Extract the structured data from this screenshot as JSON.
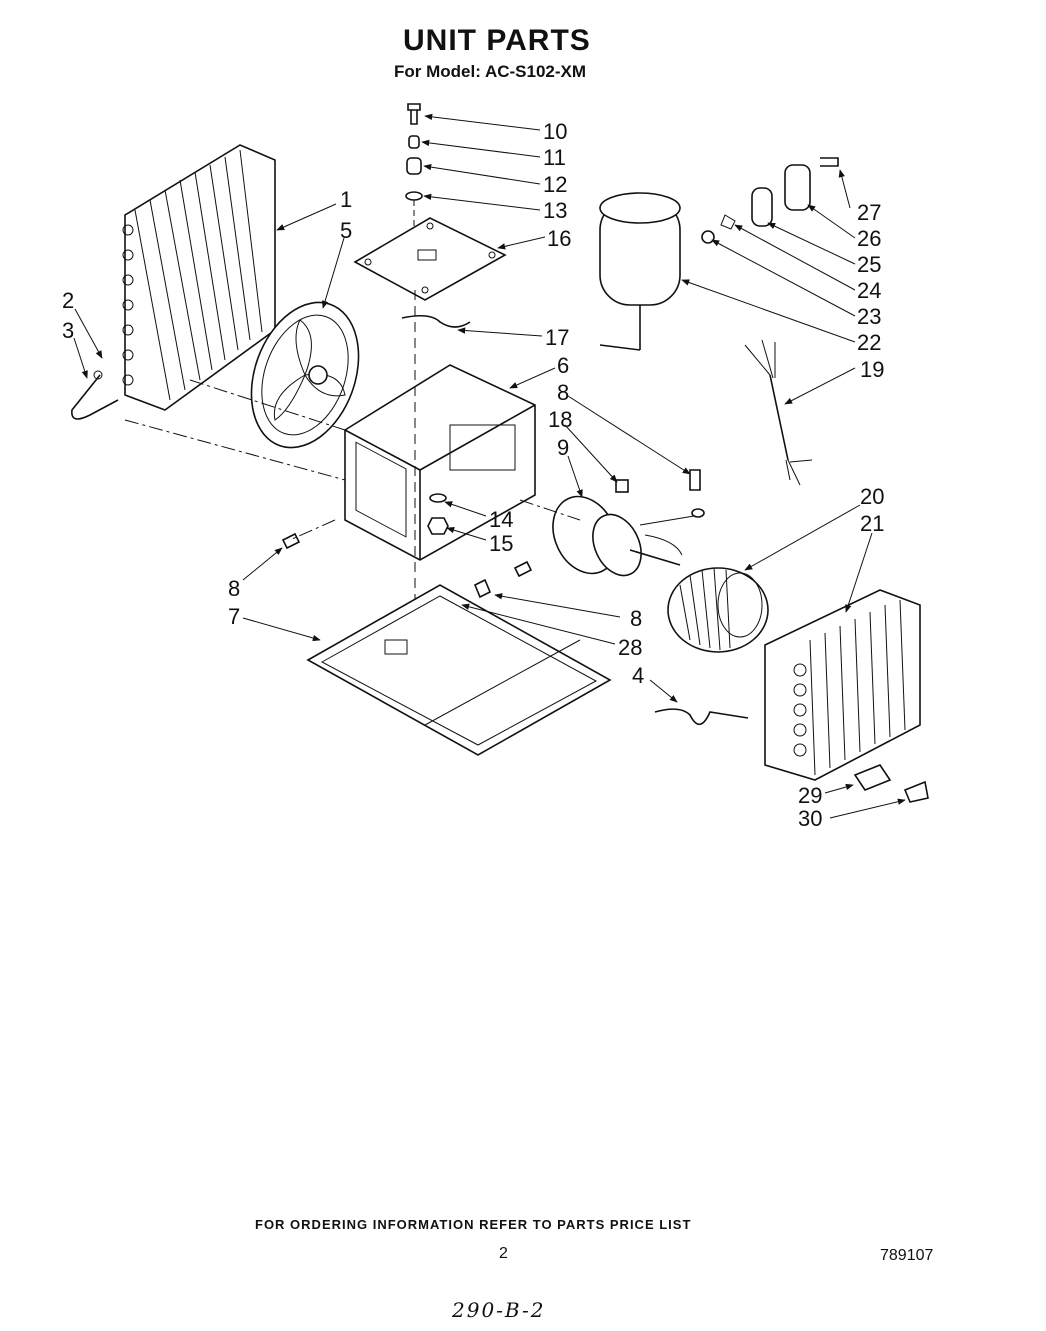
{
  "header": {
    "title": "UNIT PARTS",
    "model_line": "For Model: AC-S102-XM"
  },
  "callouts": [
    {
      "id": "c10",
      "label": "10"
    },
    {
      "id": "c11",
      "label": "11"
    },
    {
      "id": "c12",
      "label": "12"
    },
    {
      "id": "c13",
      "label": "13"
    },
    {
      "id": "c16",
      "label": "16"
    },
    {
      "id": "c1",
      "label": "1"
    },
    {
      "id": "c5",
      "label": "5"
    },
    {
      "id": "c2",
      "label": "2"
    },
    {
      "id": "c3",
      "label": "3"
    },
    {
      "id": "c17",
      "label": "17"
    },
    {
      "id": "c6",
      "label": "6"
    },
    {
      "id": "c8a",
      "label": "8"
    },
    {
      "id": "c18",
      "label": "18"
    },
    {
      "id": "c9",
      "label": "9"
    },
    {
      "id": "c27",
      "label": "27"
    },
    {
      "id": "c26",
      "label": "26"
    },
    {
      "id": "c25",
      "label": "25"
    },
    {
      "id": "c24",
      "label": "24"
    },
    {
      "id": "c23",
      "label": "23"
    },
    {
      "id": "c22",
      "label": "22"
    },
    {
      "id": "c19",
      "label": "19"
    },
    {
      "id": "c14",
      "label": "14"
    },
    {
      "id": "c15",
      "label": "15"
    },
    {
      "id": "c8b",
      "label": "8"
    },
    {
      "id": "c8c",
      "label": "8"
    },
    {
      "id": "c28",
      "label": "28"
    },
    {
      "id": "c7",
      "label": "7"
    },
    {
      "id": "c20",
      "label": "20"
    },
    {
      "id": "c21",
      "label": "21"
    },
    {
      "id": "c4",
      "label": "4"
    },
    {
      "id": "c29",
      "label": "29"
    },
    {
      "id": "c30",
      "label": "30"
    }
  ],
  "footer": {
    "ordering_note": "FOR ORDERING INFORMATION REFER TO PARTS PRICE LIST",
    "page_number": "2",
    "document_number": "789107",
    "handwritten_note": "290-B-2"
  }
}
